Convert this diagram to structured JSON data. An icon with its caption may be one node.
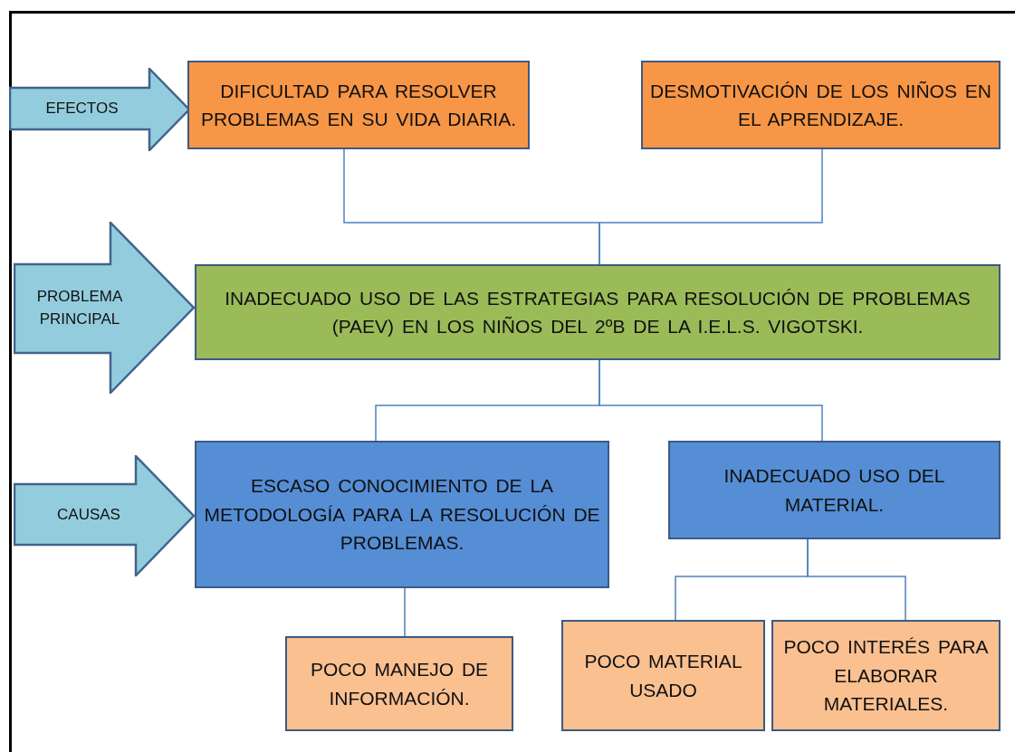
{
  "diagram": {
    "nodes": [
      {
        "text": [
          "EFECTOS"
        ]
      },
      {
        "text": [
          "DIFICULTAD PARA RESOLVER PROBLEMAS EN SU VIDA DIARIA."
        ]
      },
      {
        "text": [
          "DESMOTIVACIÓN DE LOS NIÑOS EN EL APRENDIZAJE."
        ]
      },
      {
        "text": [
          "PROBLEMA PRINCIPAL"
        ]
      },
      {
        "text": [
          "INADECUADO USO DE LAS ESTRATEGIAS PARA RESOLUCIÓN DE PROBLEMAS (PAEV) EN LOS NIÑOS DEL 2ºB DE LA I.E.L.S. VIGOTSKI."
        ]
      },
      {
        "text": [
          "CAUSAS"
        ]
      },
      {
        "text": [
          "ESCASO CONOCIMIENTO DE LA METODOLOGÍA PARA LA RESOLUCIÓN DE PROBLEMAS."
        ]
      },
      {
        "text": [
          "INADECUADO USO DEL MATERIAL."
        ]
      },
      {
        "text": [
          "POCO MANEJO DE INFORMACIÓN."
        ]
      },
      {
        "text": [
          "POCO MATERIAL USADO"
        ]
      },
      {
        "text": [
          "POCO INTERÉS PARA ELABORAR MATERIALES."
        ]
      }
    ],
    "edges": [
      {
        "from": 1,
        "to": 4,
        "arrow": "none"
      },
      {
        "from": 2,
        "to": 4,
        "arrow": "none"
      },
      {
        "from": 4,
        "to": 6,
        "arrow": "none"
      },
      {
        "from": 4,
        "to": 7,
        "arrow": "none"
      },
      {
        "from": 6,
        "to": 8,
        "arrow": "none"
      },
      {
        "from": 7,
        "to": 9,
        "arrow": "none"
      },
      {
        "from": 7,
        "to": 10,
        "arrow": "none"
      }
    ]
  }
}
